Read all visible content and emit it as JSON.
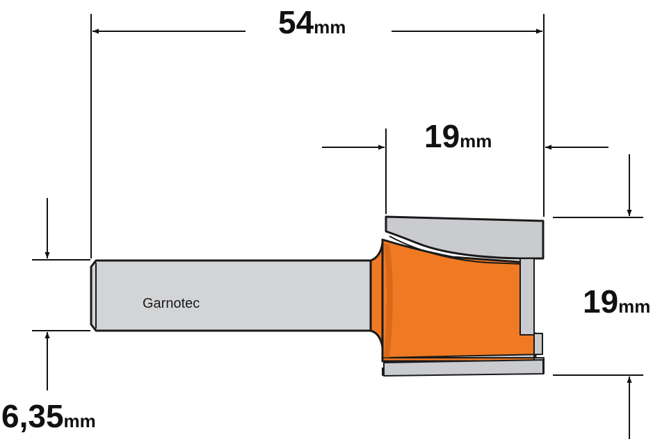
{
  "brand": "Garnotec",
  "dimensions": {
    "total_length": {
      "value": "54",
      "unit": "mm"
    },
    "cutting_length": {
      "value": "19",
      "unit": "mm"
    },
    "cutting_diameter": {
      "value": "19",
      "unit": "mm"
    },
    "shank_diameter": {
      "value": "6,35",
      "unit": "mm"
    }
  },
  "colors": {
    "cutter_body": "#f07a24",
    "blade": "#c9cbce",
    "shank": "#d2d4d6",
    "outline": "#1a1a1a"
  }
}
